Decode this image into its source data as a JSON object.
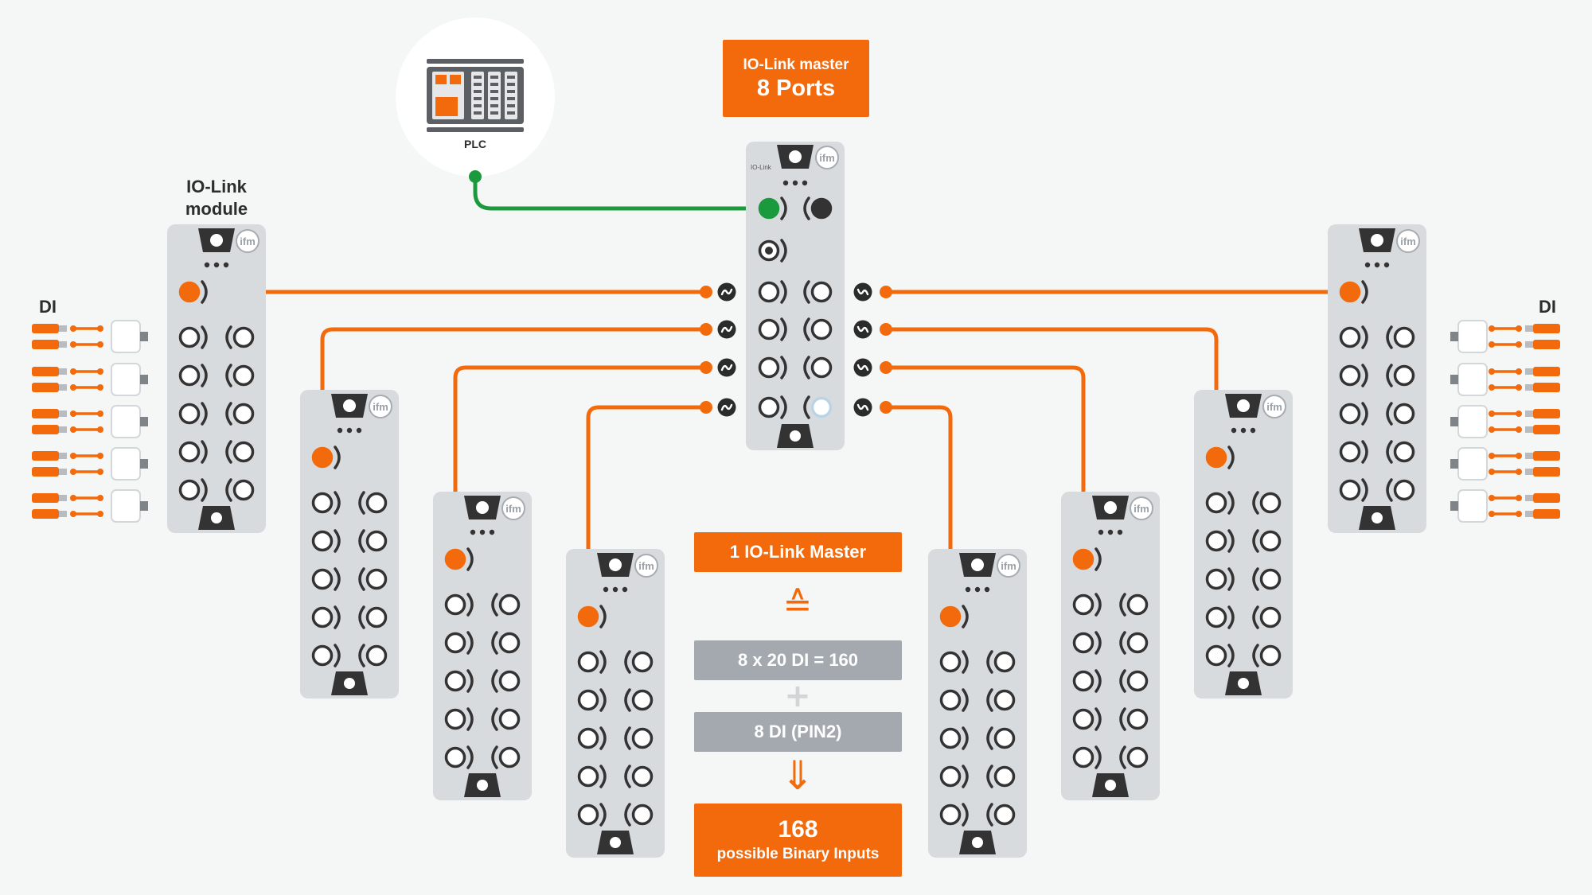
{
  "labels": {
    "plc": "PLC",
    "module": "IO-Link\nmodule",
    "di_left": "DI",
    "di_right": "DI",
    "brand": "ifm",
    "master_brand": "IO-Link"
  },
  "master": {
    "line1": "IO-Link master",
    "line2": "8 Ports"
  },
  "summary": {
    "title": "1 IO-Link Master",
    "equals_symbol": "≙",
    "calc1": "8 x 20 DI = 160",
    "plus": "+",
    "calc2": "8 DI (PIN2)",
    "arrow": "⇓",
    "result_number": "168",
    "result_text": "possible Binary Inputs"
  },
  "colors": {
    "orange": "#f26a0b",
    "green": "#1a9a3c",
    "module_gray": "#d8dbde",
    "summary_gray": "#a3a9ae",
    "background": "#f5f6f6"
  },
  "icons": {
    "plc": "plc-rack-icon",
    "port_symbol": "io-link-port-symbol-icon",
    "sensor": "sensor-icon",
    "connector": "m12-connector-icon"
  }
}
